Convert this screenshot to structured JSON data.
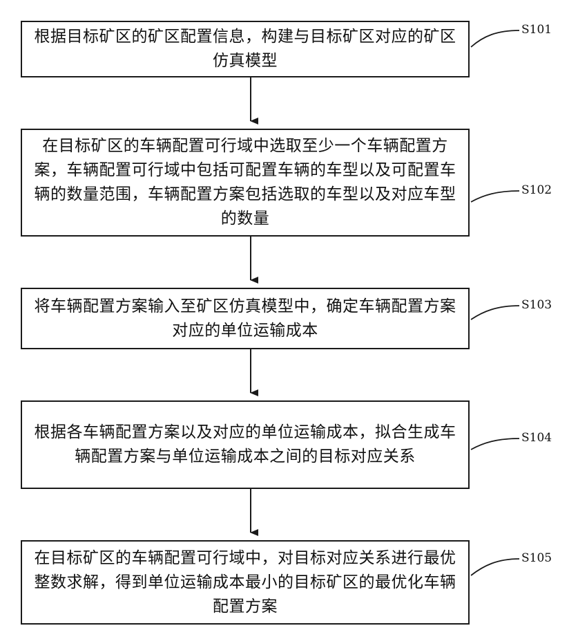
{
  "steps": [
    {
      "id": "S101",
      "text": "根据目标矿区的矿区配置信息，构建与目标矿区对应的矿区仿真模型"
    },
    {
      "id": "S102",
      "text": "在目标矿区的车辆配置可行域中选取至少一个车辆配置方案，车辆配置可行域中包括可配置车辆的车型以及可配置车辆的数量范围，车辆配置方案包括选取的车型以及对应车型的数量"
    },
    {
      "id": "S103",
      "text": "将车辆配置方案输入至矿区仿真模型中，确定车辆配置方案对应的单位运输成本"
    },
    {
      "id": "S104",
      "text": "根据各车辆配置方案以及对应的单位运输成本，拟合生成车辆配置方案与单位运输成本之间的目标对应关系"
    },
    {
      "id": "S105",
      "text": "在目标矿区的车辆配置可行域中，对目标对应关系进行最优整数求解，得到单位运输成本最小的目标矿区的最优化车辆配置方案"
    }
  ]
}
